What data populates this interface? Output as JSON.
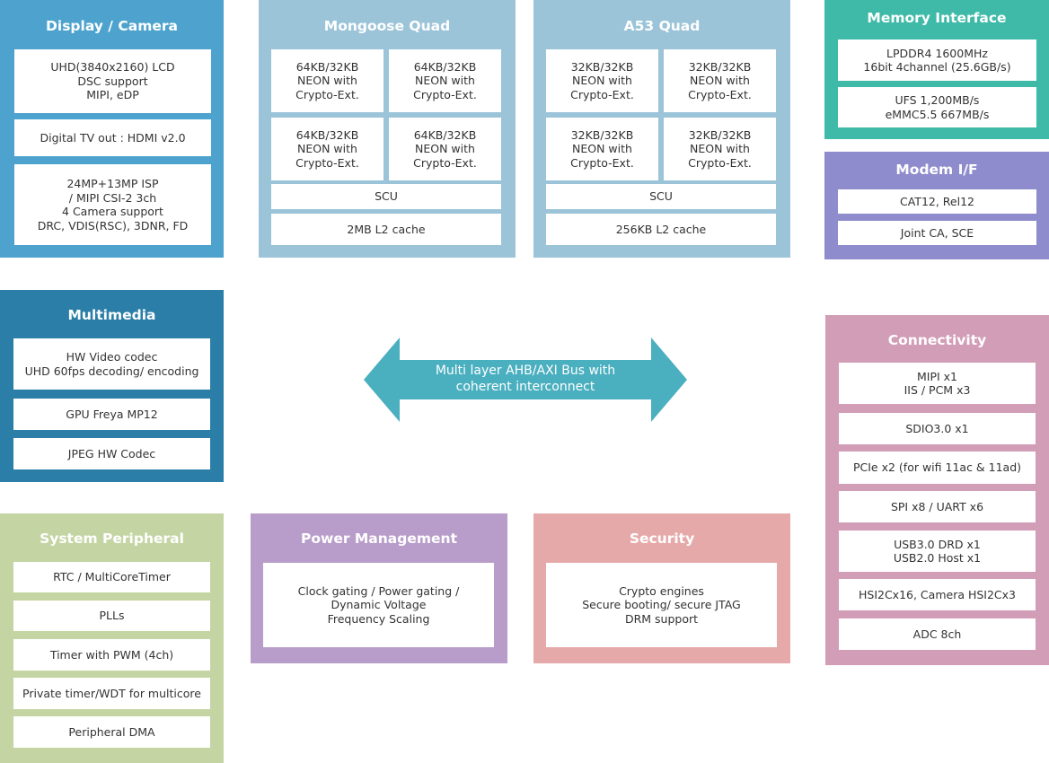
{
  "colors": {
    "display": "#4da3ce",
    "cpu": "#9bc4d9",
    "memory": "#3fbaa8",
    "modem": "#8e8ccd",
    "multimedia": "#2a7ea8",
    "connectivity": "#d29db6",
    "peripheral": "#c4d5a3",
    "power": "#b89dca",
    "security": "#e6a9aa",
    "bus": "#4aafbf"
  },
  "display_camera": {
    "title": "Display / Camera",
    "items": [
      "UHD(3840x2160) LCD\nDSC support\nMIPI, eDP",
      "Digital TV out : HDMI v2.0",
      "24MP+13MP ISP\n/ MIPI CSI-2 3ch\n4 Camera support\nDRC, VDIS(RSC), 3DNR, FD"
    ]
  },
  "mongoose": {
    "title": "Mongoose Quad",
    "cores": [
      "64KB/32KB\nNEON with\nCrypto-Ext.",
      "64KB/32KB\nNEON with\nCrypto-Ext.",
      "64KB/32KB\nNEON with\nCrypto-Ext.",
      "64KB/32KB\nNEON with\nCrypto-Ext."
    ],
    "scu": "SCU",
    "cache": "2MB L2 cache"
  },
  "a53": {
    "title": "A53 Quad",
    "cores": [
      "32KB/32KB\nNEON with\nCrypto-Ext.",
      "32KB/32KB\nNEON with\nCrypto-Ext.",
      "32KB/32KB\nNEON with\nCrypto-Ext.",
      "32KB/32KB\nNEON with\nCrypto-Ext."
    ],
    "scu": "SCU",
    "cache": "256KB L2 cache"
  },
  "memory": {
    "title": "Memory Interface",
    "items": [
      "LPDDR4 1600MHz\n16bit 4channel (25.6GB/s)",
      "UFS 1,200MB/s\neMMC5.5 667MB/s"
    ]
  },
  "modem": {
    "title": "Modem I/F",
    "items": [
      "CAT12, Rel12",
      "Joint CA, SCE"
    ]
  },
  "multimedia": {
    "title": "Multimedia",
    "items": [
      "HW Video codec\nUHD 60fps decoding/ encoding",
      "GPU Freya MP12",
      "JPEG HW Codec"
    ]
  },
  "bus": {
    "label": "Multi layer AHB/AXI Bus with\ncoherent interconnect"
  },
  "connectivity": {
    "title": "Connectivity",
    "items": [
      "MIPI x1\nIIS / PCM x3",
      "SDIO3.0 x1",
      "PCIe x2 (for wifi 11ac & 11ad)",
      "SPI x8 / UART x6",
      "USB3.0 DRD x1\nUSB2.0 Host x1",
      "HSI2Cx16, Camera HSI2Cx3",
      "ADC 8ch"
    ]
  },
  "peripheral": {
    "title": "System Peripheral",
    "items": [
      "RTC / MultiCoreTimer",
      "PLLs",
      "Timer with PWM (4ch)",
      "Private timer/WDT for multicore",
      "Peripheral DMA"
    ]
  },
  "power": {
    "title": "Power Management",
    "items": [
      "Clock gating / Power gating /\nDynamic Voltage\nFrequency Scaling"
    ]
  },
  "security": {
    "title": "Security",
    "items": [
      "Crypto engines\nSecure booting/ secure JTAG\nDRM support"
    ]
  }
}
